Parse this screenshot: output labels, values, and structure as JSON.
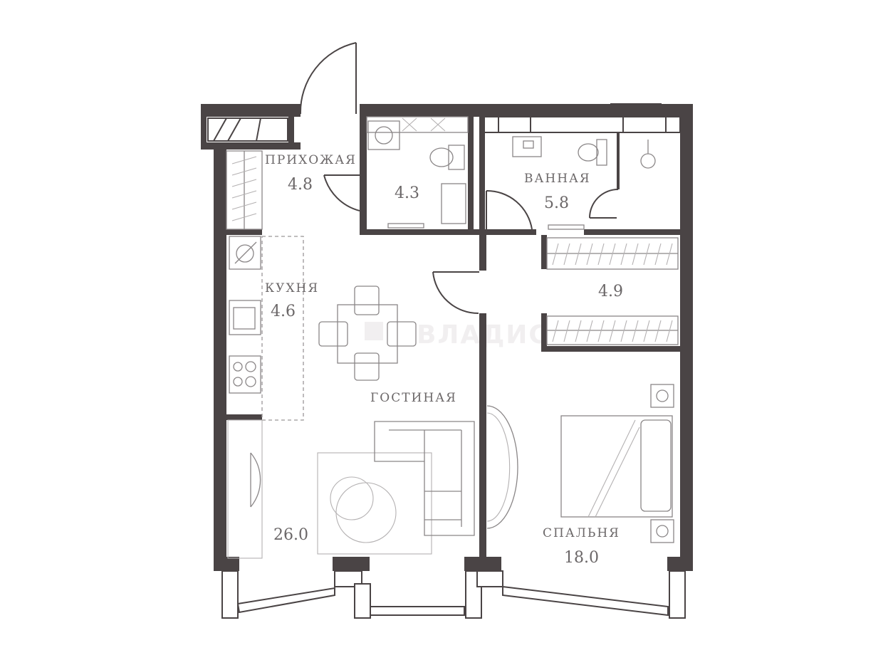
{
  "watermark": "ВЛАДИС",
  "rooms": {
    "hall": {
      "name": "ПРИХОЖАЯ",
      "area": "4.8"
    },
    "wc": {
      "name": "",
      "area": "4.3"
    },
    "bath": {
      "name": "ВАННАЯ",
      "area": "5.8"
    },
    "closet": {
      "name": "",
      "area": "4.9"
    },
    "kitchen": {
      "name": "КУХНЯ",
      "area": "4.6"
    },
    "living": {
      "name": "ГОСТИНАЯ",
      "area": "26.0"
    },
    "bedroom": {
      "name": "СПАЛЬНЯ",
      "area": "18.0"
    }
  }
}
